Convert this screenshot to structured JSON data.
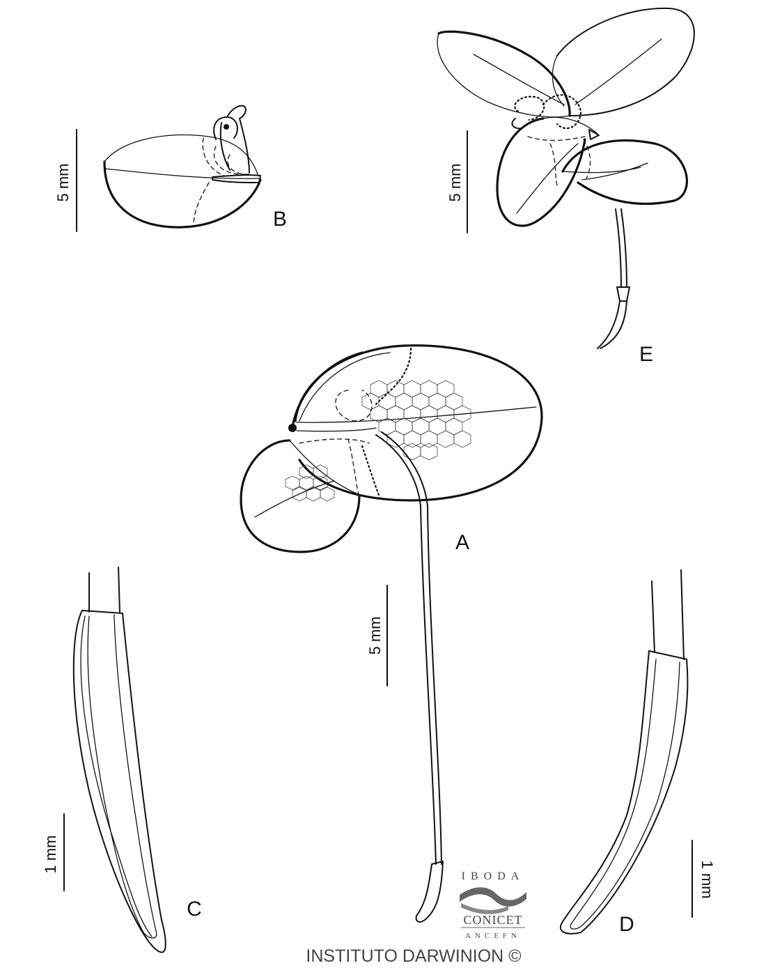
{
  "figure": {
    "panels": [
      {
        "label": "A",
        "scale": "5 mm"
      },
      {
        "label": "B",
        "scale": "5 mm"
      },
      {
        "label": "C",
        "scale": "1 mm"
      },
      {
        "label": "D",
        "scale": "1 mm"
      },
      {
        "label": "E",
        "scale": "5 mm"
      }
    ],
    "credit": "INSTITUTO DARWINION ©",
    "logo": {
      "top": "IBODA",
      "middle": "CONICET",
      "bottom": "ANCEFN"
    }
  }
}
